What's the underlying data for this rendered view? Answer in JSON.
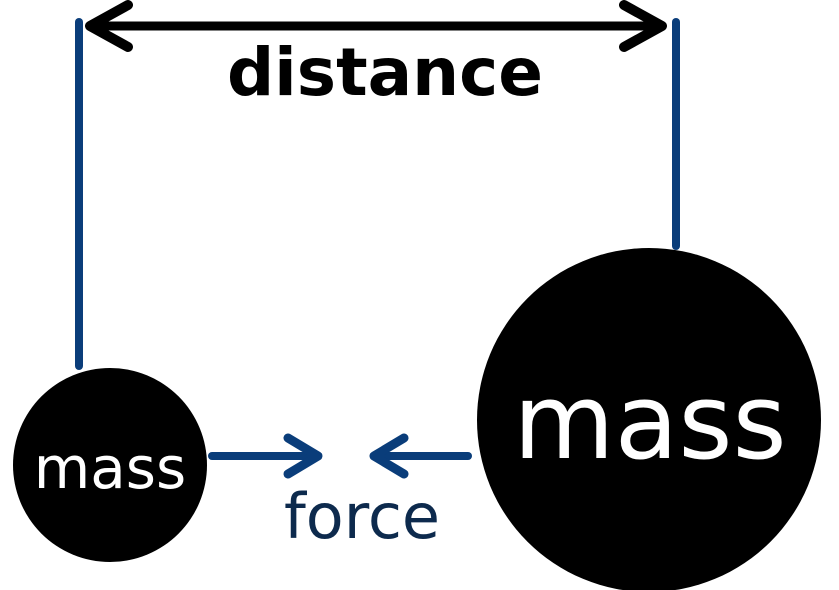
{
  "labels": {
    "distance": "distance",
    "mass_small": "mass",
    "mass_large": "mass",
    "force": "force"
  },
  "colors": {
    "ink": "#000000",
    "guide_line": "#0a3d7a",
    "force_arrow": "#0a3d7a",
    "force_text": "#0d2a4d",
    "mass_text": "#ffffff",
    "background": "#ffffff"
  }
}
